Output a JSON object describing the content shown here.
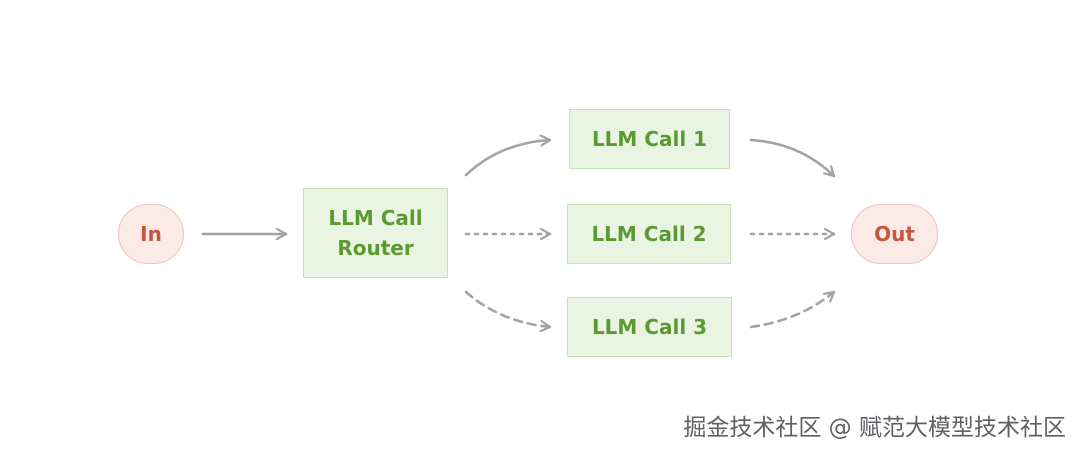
{
  "nodes": {
    "input": {
      "label": "In"
    },
    "router": {
      "line1": "LLM Call",
      "line2": "Router"
    },
    "call1": {
      "label": "LLM Call 1"
    },
    "call2": {
      "label": "LLM Call 2"
    },
    "call3": {
      "label": "LLM Call 3"
    },
    "output": {
      "label": "Out"
    }
  },
  "edges": [
    {
      "from": "input",
      "to": "router",
      "style": "solid"
    },
    {
      "from": "router",
      "to": "call1",
      "style": "solid"
    },
    {
      "from": "router",
      "to": "call2",
      "style": "dotted"
    },
    {
      "from": "router",
      "to": "call3",
      "style": "dashed"
    },
    {
      "from": "call1",
      "to": "output",
      "style": "solid"
    },
    {
      "from": "call2",
      "to": "output",
      "style": "dotted"
    },
    {
      "from": "call3",
      "to": "output",
      "style": "dashed"
    }
  ],
  "colors": {
    "terminal_fill": "#fbeae6",
    "terminal_text": "#c4573f",
    "llm_fill": "#eaf4e2",
    "llm_text": "#5b9a33",
    "arrow": "#a3a3a3"
  },
  "watermark": "掘金技术社区 @ 赋范大模型技术社区"
}
